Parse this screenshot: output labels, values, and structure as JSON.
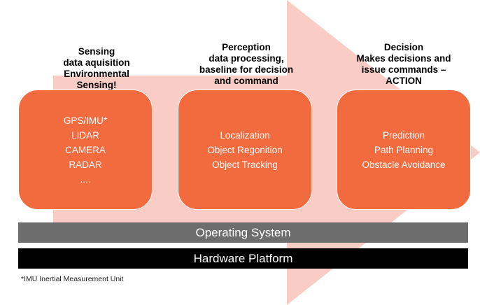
{
  "colors": {
    "stage_fill": "#f26b3f",
    "arrow_fill": "#f9cdc6",
    "os_bar": "#6d6d6d",
    "hardware_bar": "#000000",
    "stage_text": "#ffffff",
    "heading_text": "#000000"
  },
  "stages": [
    {
      "heading": "Sensing\ndata aquisition\nEnvironmental\nSensing!",
      "items": [
        "GPS/IMU*",
        "LIDAR",
        "CAMERA",
        "RADAR",
        "...."
      ]
    },
    {
      "heading": "Perception\ndata processing,\nbaseline for decision\nand command",
      "items": [
        "Localization",
        "Object Regonition",
        "Object Tracking"
      ]
    },
    {
      "heading": "Decision\nMakes decisions and\nissue commands –\nACTION",
      "items": [
        "Prediction",
        "Path Planning",
        "Obstacle Avoidance"
      ]
    }
  ],
  "layers": {
    "operating_system": "Operating System",
    "hardware_platform": "Hardware Platform"
  },
  "footnote": "*IMU Inertial Measurement Unit"
}
